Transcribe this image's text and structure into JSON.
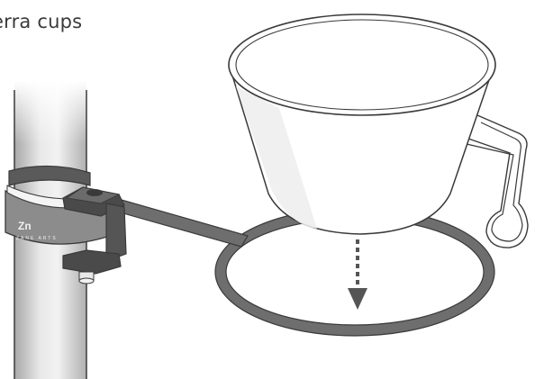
{
  "caption": "erra cups",
  "brand": {
    "logo_mark": "Zn",
    "logo_text": "ZANE ARTS"
  },
  "icons": {
    "arrow": "dashed-arrow-down-icon"
  },
  "colors": {
    "outline": "#3a3a3a",
    "holder": "#6e6e6e",
    "clamp": "#8c8c8c",
    "clamp_dark": "#4a4a4a",
    "pole_light": "#e6e6e6",
    "pole_dark": "#a6a6a6",
    "cup_fill": "#ffffff"
  }
}
